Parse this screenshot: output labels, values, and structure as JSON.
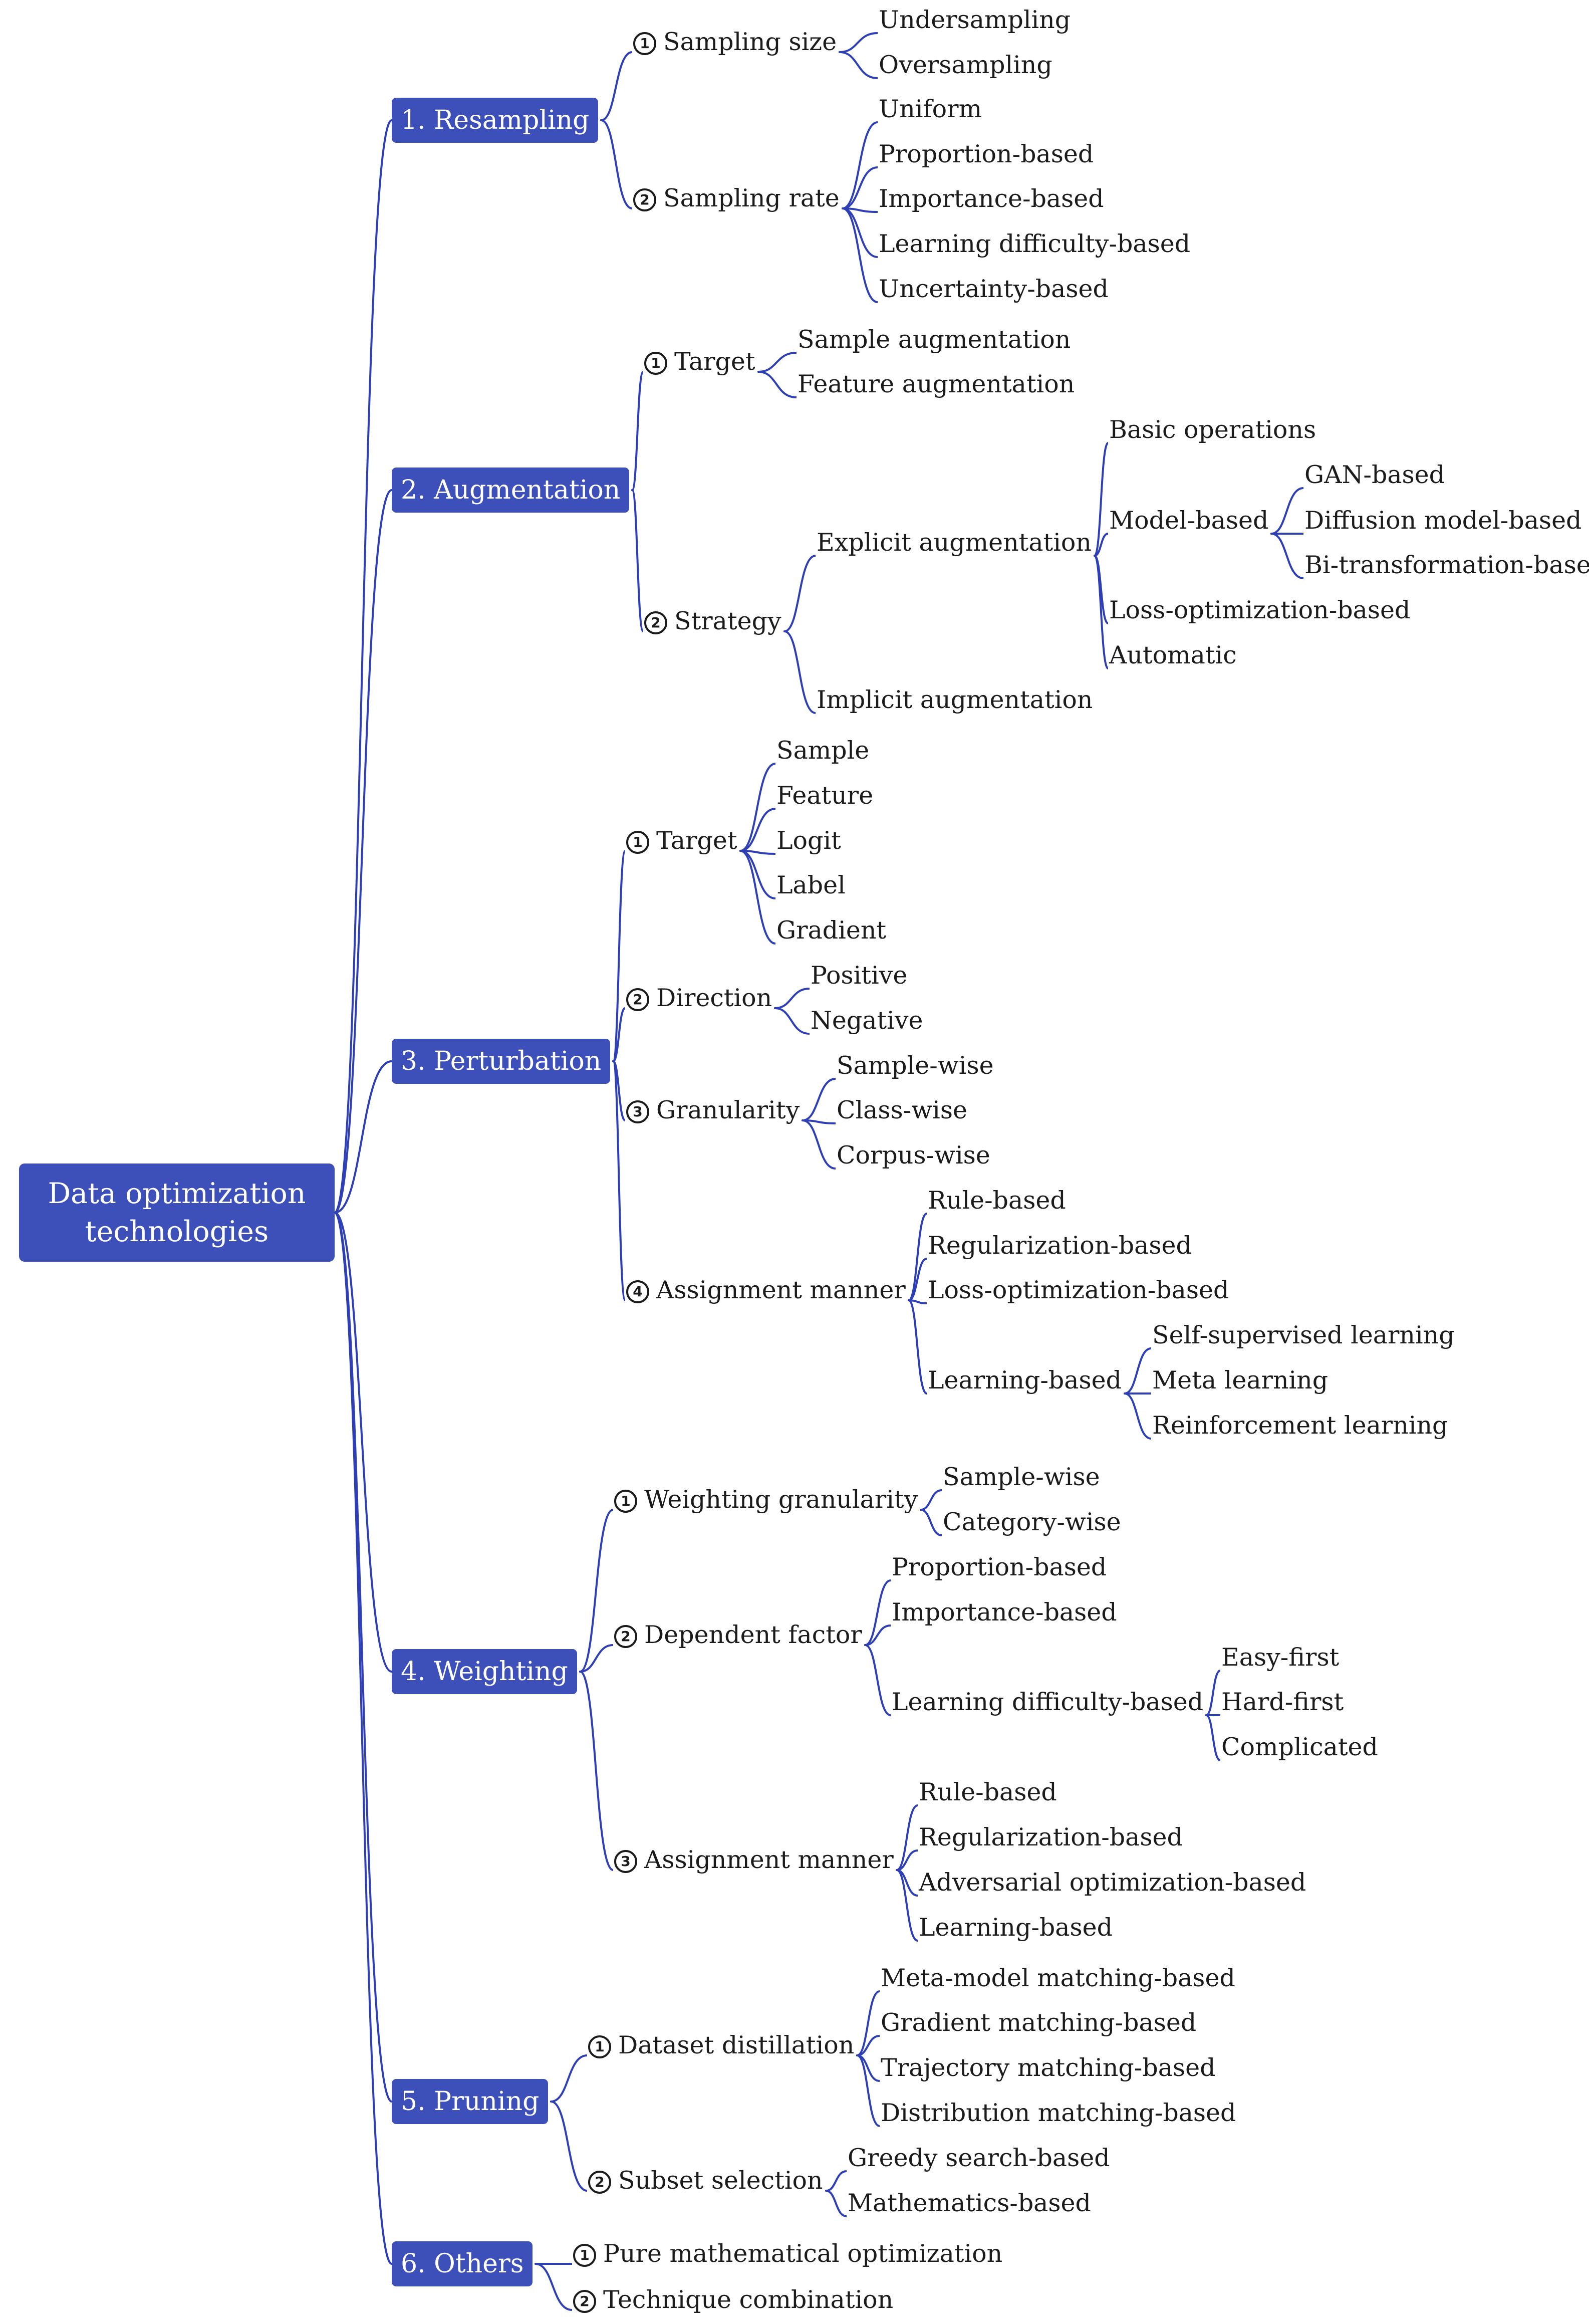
{
  "root": {
    "line1": "Data optimization",
    "line2": "technologies"
  },
  "colors": {
    "accent": "#3d4fb8",
    "link": "#2e3fb5",
    "text": "#1b1b1b"
  },
  "topics": {
    "resampling": "1. Resampling",
    "augmentation": "2. Augmentation",
    "perturbation": "3. Perturbation",
    "weighting": "4. Weighting",
    "pruning": "5. Pruning",
    "others": "6. Others"
  },
  "resampling": {
    "size": {
      "marker": "1",
      "label": "Sampling size",
      "items": [
        "Undersampling",
        "Oversampling"
      ]
    },
    "rate": {
      "marker": "2",
      "label": "Sampling rate",
      "items": [
        "Uniform",
        "Proportion-based",
        "Importance-based",
        "Learning difficulty-based",
        "Uncertainty-based"
      ]
    }
  },
  "augmentation": {
    "target": {
      "marker": "1",
      "label": "Target",
      "items": [
        "Sample augmentation",
        "Feature augmentation"
      ]
    },
    "strategy": {
      "marker": "2",
      "label": "Strategy",
      "explicit": {
        "label": "Explicit augmentation",
        "basic": "Basic operations",
        "model": {
          "label": "Model-based",
          "items": [
            "GAN-based",
            "Diffusion model-based",
            "Bi-transformation-based"
          ]
        },
        "loss": "Loss-optimization-based",
        "automatic": "Automatic"
      },
      "implicit": "Implicit augmentation"
    }
  },
  "perturbation": {
    "target": {
      "marker": "1",
      "label": "Target",
      "items": [
        "Sample",
        "Feature",
        "Logit",
        "Label",
        "Gradient"
      ]
    },
    "direction": {
      "marker": "2",
      "label": "Direction",
      "items": [
        "Positive",
        "Negative"
      ]
    },
    "granularity": {
      "marker": "3",
      "label": "Granularity",
      "items": [
        "Sample-wise",
        "Class-wise",
        "Corpus-wise"
      ]
    },
    "assignment": {
      "marker": "4",
      "label": "Assignment manner",
      "items": [
        "Rule-based",
        "Regularization-based",
        "Loss-optimization-based"
      ],
      "learning": {
        "label": "Learning-based",
        "items": [
          "Self-supervised learning",
          "Meta learning",
          "Reinforcement learning"
        ]
      }
    }
  },
  "weighting": {
    "granularity": {
      "marker": "1",
      "label": "Weighting granularity",
      "items": [
        "Sample-wise",
        "Category-wise"
      ]
    },
    "factor": {
      "marker": "2",
      "label": "Dependent factor",
      "items": [
        "Proportion-based",
        "Importance-based"
      ],
      "difficulty": {
        "label": "Learning difficulty-based",
        "items": [
          "Easy-first",
          "Hard-first",
          "Complicated"
        ]
      }
    },
    "assignment": {
      "marker": "3",
      "label": "Assignment manner",
      "items": [
        "Rule-based",
        "Regularization-based",
        "Adversarial optimization-based",
        "Learning-based"
      ]
    }
  },
  "pruning": {
    "distillation": {
      "marker": "1",
      "label": "Dataset distillation",
      "items": [
        "Meta-model matching-based",
        "Gradient matching-based",
        "Trajectory matching-based",
        "Distribution matching-based"
      ]
    },
    "subset": {
      "marker": "2",
      "label": "Subset selection",
      "items": [
        "Greedy search-based",
        "Mathematics-based"
      ]
    }
  },
  "others": {
    "pure": {
      "marker": "1",
      "label": "Pure mathematical optimization"
    },
    "combo": {
      "marker": "2",
      "label": "Technique combination"
    }
  }
}
